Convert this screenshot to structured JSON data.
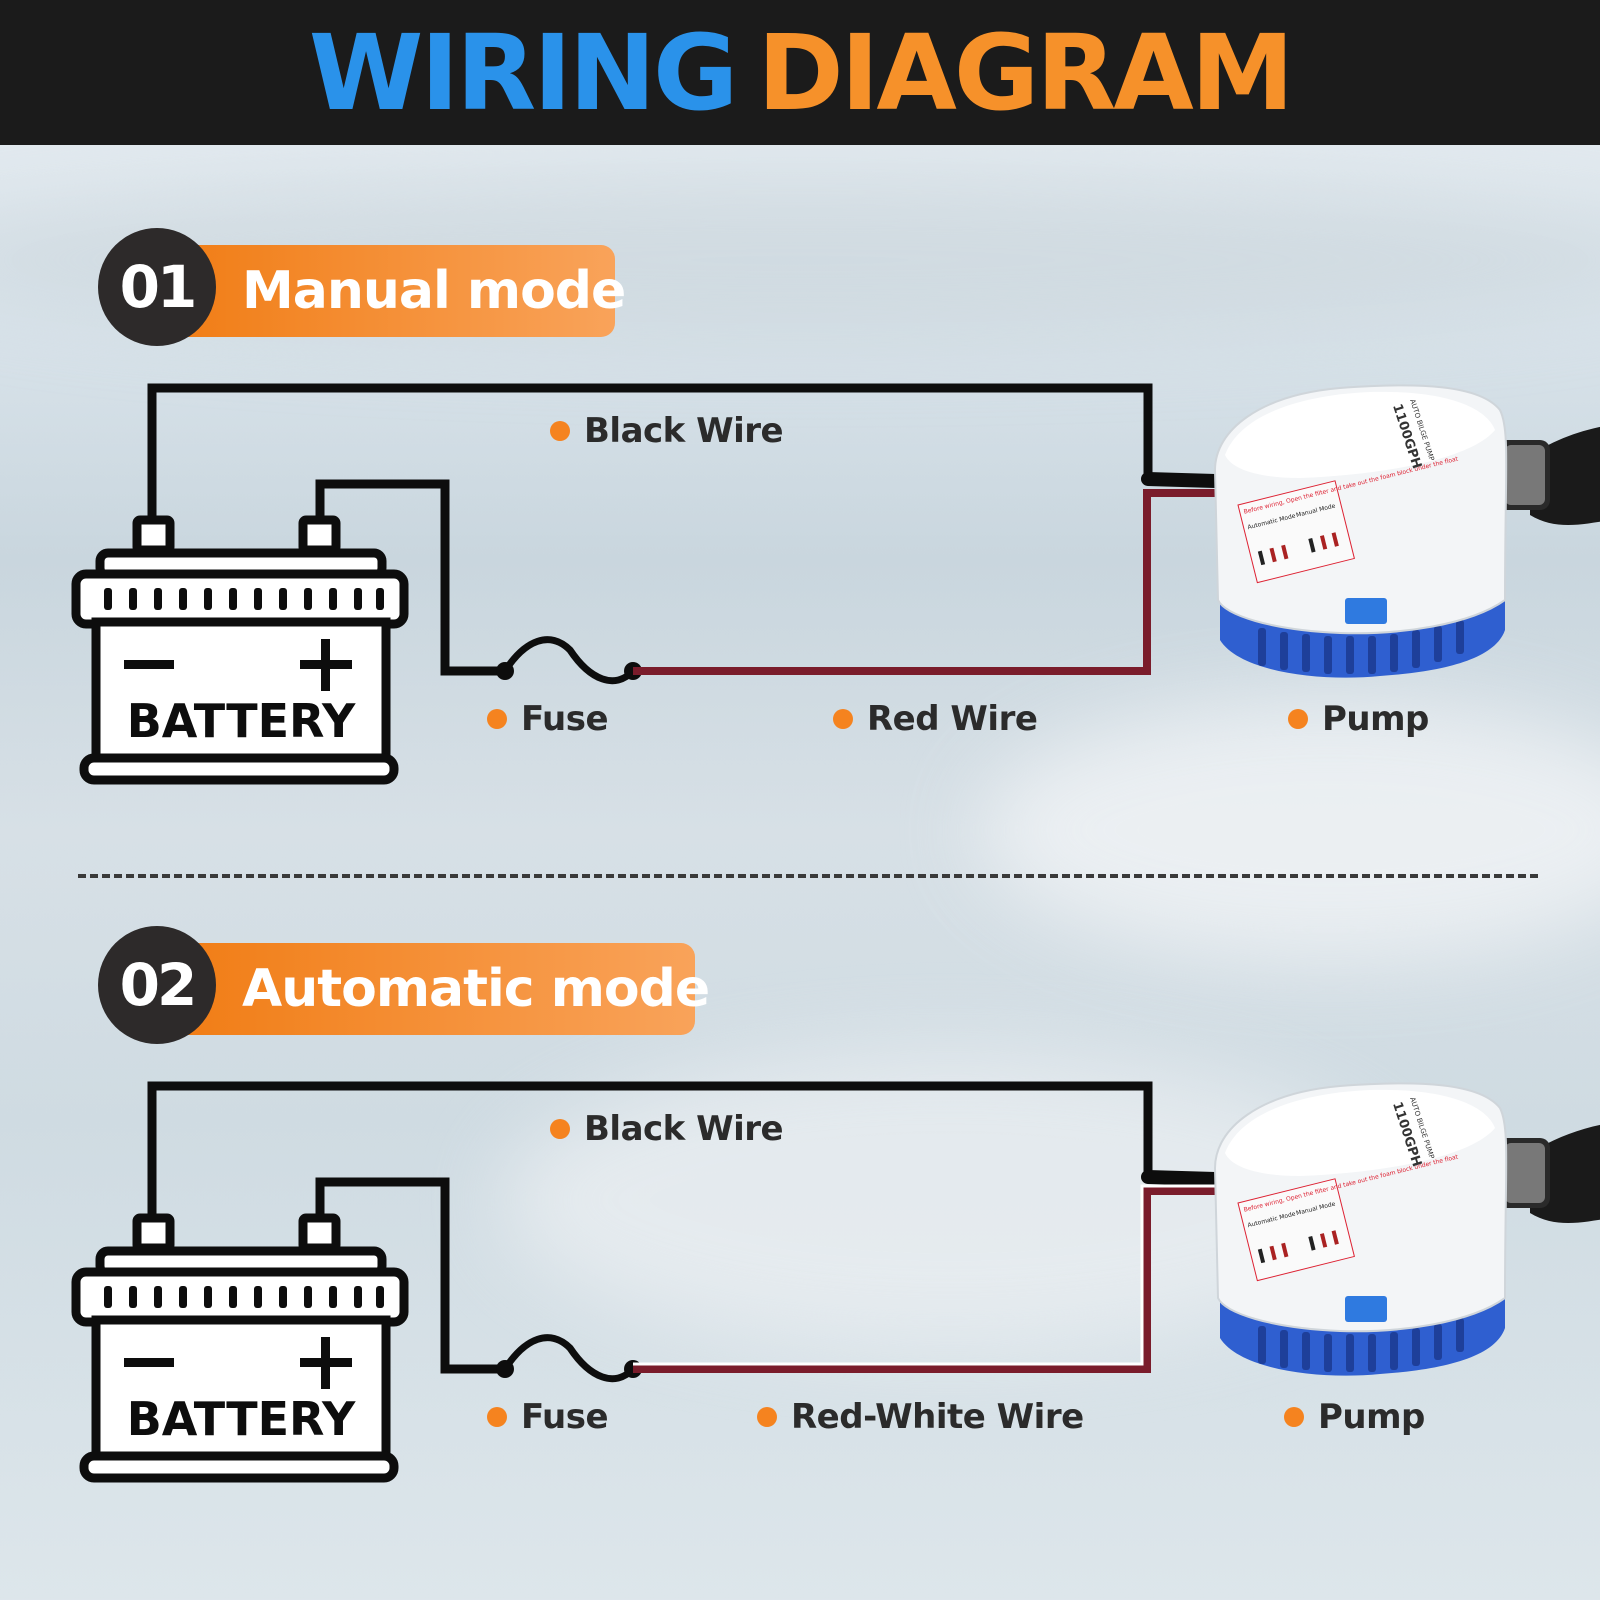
{
  "header": {
    "title_word1": "WIRING",
    "title_word2": "DIAGRAM"
  },
  "sections": [
    {
      "number": "01",
      "title": "Manual mode",
      "labels": {
        "black_wire": "Black Wire",
        "fuse": "Fuse",
        "signal_wire": "Red Wire",
        "pump": "Pump"
      },
      "battery_label": "BATTERY"
    },
    {
      "number": "02",
      "title": "Automatic mode",
      "labels": {
        "black_wire": "Black Wire",
        "fuse": "Fuse",
        "signal_wire": "Red-White Wire",
        "pump": "Pump"
      },
      "battery_label": "BATTERY"
    }
  ],
  "pump_sticker": {
    "line1": "AUTO BILGE PUMP",
    "model": "1100GPH",
    "warning": "Before wiring, Open the filter and take out the foam block under the float",
    "auto_mode": "Automatic Mode",
    "manual_mode": "Manual Mode"
  },
  "colors": {
    "blue": "#2a92ea",
    "orange": "#f6912a",
    "black_wire": "#0d0d0d",
    "red_wire": "#7a1c2b",
    "pump_base": "#2f5fd0"
  }
}
